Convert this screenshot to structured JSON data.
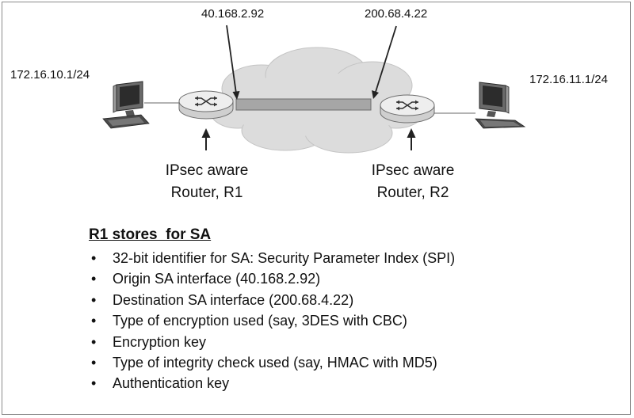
{
  "ip_labels": {
    "r1_public": "40.168.2.92",
    "r2_public": "200.68.4.22",
    "left_host": "172.16.10.1/24",
    "right_host": "172.16.11.1/24"
  },
  "routers": {
    "r1": {
      "line1": "IPsec aware",
      "line2": "Router, R1"
    },
    "r2": {
      "line1": "IPsec aware",
      "line2": "Router, R2"
    }
  },
  "sa_list": {
    "title": "R1 stores  for SA",
    "items": [
      "32-bit identifier for SA:  Security Parameter Index (SPI)",
      "Origin SA interface (40.168.2.92)",
      "Destination SA interface (200.68.4.22)",
      "Type of encryption used (say, 3DES with CBC)",
      "Encryption key",
      "Type of integrity check used (say, HMAC with MD5)",
      "Authentication key"
    ]
  },
  "colors": {
    "cloud": "#dcdcdc",
    "tunnel": "#a6a6a6",
    "router_body": "#eeeeee",
    "text": "#111111"
  },
  "icons": [
    "computer-icon",
    "router-icon",
    "cloud-icon",
    "arrow-icon"
  ]
}
